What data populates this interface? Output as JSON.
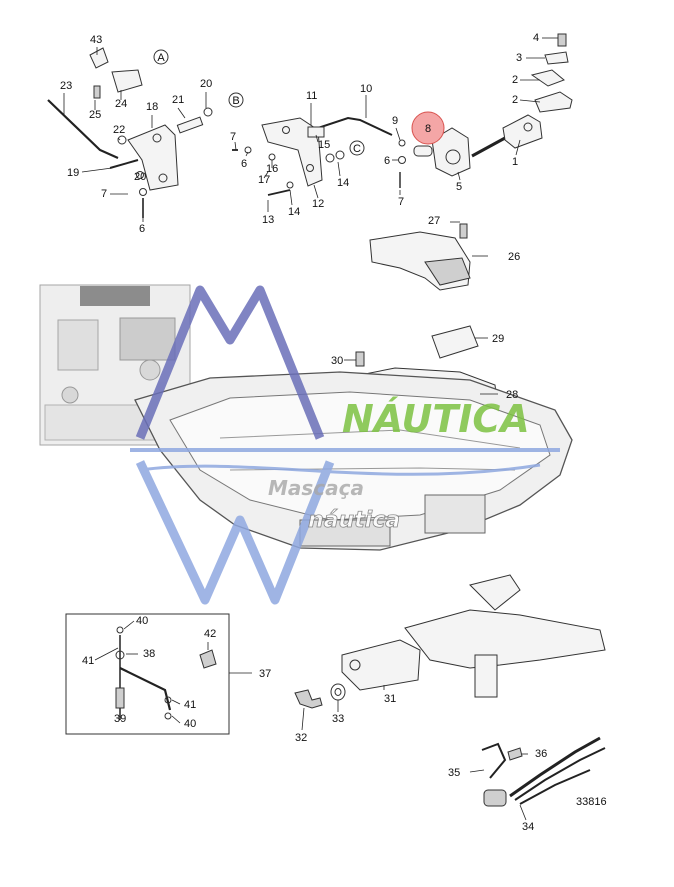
{
  "diagram": {
    "figure_number": "33816",
    "highlighted_part": "8",
    "circle_labels": [
      "A",
      "B",
      "C"
    ],
    "part_labels": [
      "1",
      "2",
      "2",
      "3",
      "4",
      "5",
      "6",
      "6",
      "6",
      "7",
      "7",
      "7",
      "8",
      "9",
      "10",
      "11",
      "12",
      "13",
      "14",
      "14",
      "15",
      "16",
      "17",
      "18",
      "19",
      "20",
      "20",
      "21",
      "22",
      "23",
      "24",
      "25",
      "26",
      "27",
      "28",
      "29",
      "30",
      "31",
      "32",
      "33",
      "34",
      "35",
      "36",
      "37",
      "38",
      "39",
      "40",
      "40",
      "41",
      "41",
      "42",
      "43"
    ]
  },
  "watermark": {
    "brand_top": "NÁUTICA",
    "line1": "Mascaça",
    "line2": "náutica",
    "colors": {
      "blue": "#8fa8e0",
      "green": "#7dc242",
      "violet": "#6a6fb8"
    }
  },
  "colors": {
    "highlight_fill": "#f4a6a6",
    "highlight_stroke": "#d9534f",
    "ink": "#222222"
  }
}
